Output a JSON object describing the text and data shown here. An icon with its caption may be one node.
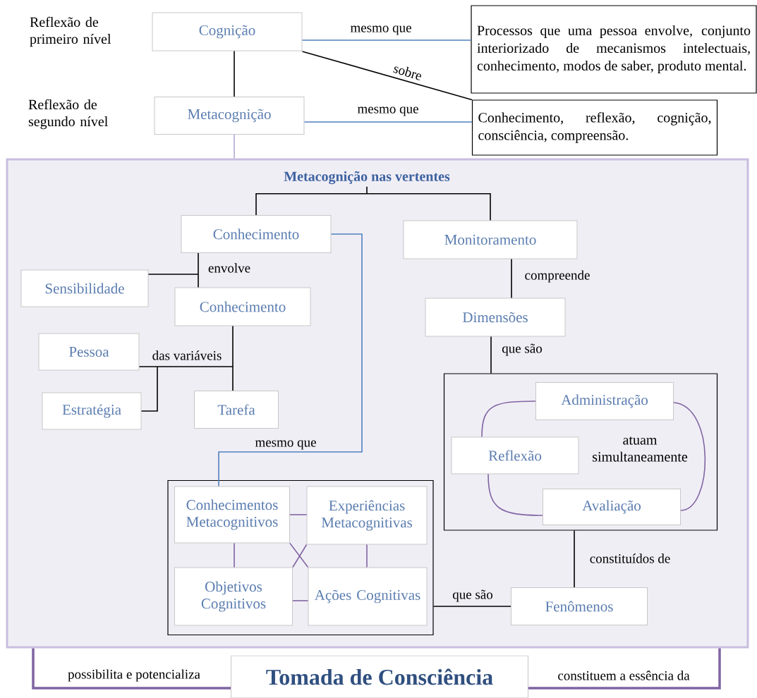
{
  "diagram": {
    "nodes": [
      {
        "text": [
          "Cognição"
        ],
        "beside": [
          "Reflexão de primeiro nível"
        ]
      },
      {
        "text": [
          "Metacognição"
        ],
        "beside": [
          "Reflexão de segundo nível"
        ]
      },
      {
        "text": [
          "Processos que uma pessoa envolve, conjunto interiorizado de mecanismos intelectuais, conhecimento, modos de saber, produto mental."
        ]
      },
      {
        "text": [
          "Conhecimento, reflexão, cognição, consciência, compreensão."
        ]
      },
      {
        "text": [
          "Metacognição nas vertentes"
        ]
      },
      {
        "text": [
          "Conhecimento"
        ],
        "in": 4
      },
      {
        "text": [
          "Monitoramento"
        ],
        "in": 4
      },
      {
        "text": [
          "Sensibilidade"
        ],
        "in": 4
      },
      {
        "text": [
          "Conhecimento"
        ],
        "in": 4
      },
      {
        "text": [
          "Pessoa"
        ],
        "in": 4
      },
      {
        "text": [
          "Estratégia"
        ],
        "in": 4
      },
      {
        "text": [
          "Tarefa"
        ],
        "in": 4
      },
      {
        "text": [
          "Dimensões"
        ],
        "in": 4
      },
      {
        "text": [],
        "shape": "box",
        "in": 4
      },
      {
        "text": [
          "Administração"
        ],
        "in": 13
      },
      {
        "text": [
          "Reflexão"
        ],
        "in": 13
      },
      {
        "text": [
          "Avaliação"
        ],
        "in": 13
      },
      {
        "text": [],
        "shape": "box",
        "in": 4
      },
      {
        "text": [
          "Conhecimentos Metacognitivos"
        ],
        "in": 17
      },
      {
        "text": [
          "Experiências Metacognitivas"
        ],
        "in": 17
      },
      {
        "text": [
          "Objetivos Cognitivos"
        ],
        "in": 17
      },
      {
        "text": [
          "Ações Cognitivas"
        ],
        "in": 17
      },
      {
        "text": [
          "Fenômenos"
        ],
        "in": 4
      },
      {
        "text": [
          "Tomada de Consciência"
        ]
      }
    ],
    "edges": [
      {
        "from": 0,
        "to": 1,
        "arrow": "none"
      },
      {
        "from": 0,
        "to": 2,
        "arrow": "none",
        "label": "mesmo que",
        "color": "#4f81bd"
      },
      {
        "from": 0,
        "to": 3,
        "arrow": "none",
        "label": "sobre"
      },
      {
        "from": 1,
        "to": 3,
        "arrow": "none",
        "label": "mesmo que",
        "color": "#4f81bd"
      },
      {
        "from": 1,
        "to": 4,
        "arrow": "none",
        "color": "#b4a7d6"
      },
      {
        "from": 4,
        "to": 5,
        "arrow": "none"
      },
      {
        "from": 4,
        "to": 6,
        "arrow": "none"
      },
      {
        "from": 5,
        "to": 7,
        "arrow": "none"
      },
      {
        "from": 5,
        "to": 8,
        "arrow": "none",
        "label": "envolve"
      },
      {
        "from": 8,
        "to": 9,
        "arrow": "none",
        "label": "das variáveis"
      },
      {
        "from": 8,
        "to": 10,
        "arrow": "none"
      },
      {
        "from": 8,
        "to": 11,
        "arrow": "none"
      },
      {
        "from": 5,
        "to": 18,
        "arrow": "none",
        "label": "mesmo que",
        "color": "#4f81bd"
      },
      {
        "from": 6,
        "to": 12,
        "arrow": "none",
        "label": "compreende"
      },
      {
        "from": 12,
        "to": 13,
        "arrow": "none",
        "label": "que são"
      },
      {
        "from": 13,
        "to": 22,
        "arrow": "none",
        "label": "constituídos de"
      },
      {
        "from": 22,
        "to": 17,
        "arrow": "none",
        "label": "que são"
      },
      {
        "from": 14,
        "to": 15,
        "arrow": "none",
        "color": "#8064a2"
      },
      {
        "from": 15,
        "to": 16,
        "arrow": "none",
        "color": "#8064a2"
      },
      {
        "from": 14,
        "to": 16,
        "arrow": "none",
        "color": "#8064a2"
      },
      {
        "from": 18,
        "to": 19,
        "arrow": "none",
        "color": "#8064a2"
      },
      {
        "from": 18,
        "to": 20,
        "arrow": "none",
        "color": "#8064a2"
      },
      {
        "from": 19,
        "to": 21,
        "arrow": "none",
        "color": "#8064a2"
      },
      {
        "from": 20,
        "to": 21,
        "arrow": "none",
        "color": "#8064a2"
      },
      {
        "from": 18,
        "to": 21,
        "arrow": "none",
        "color": "#8064a2"
      },
      {
        "from": 19,
        "to": 20,
        "arrow": "none",
        "color": "#8064a2"
      },
      {
        "from": 4,
        "to": 23,
        "arrow": "none",
        "label": "possibilita e potencializa",
        "style": "thick",
        "color": "#8064a2"
      },
      {
        "from": 23,
        "to": 4,
        "arrow": "none",
        "label": "constituem a essência da",
        "style": "thick",
        "color": "#8064a2"
      }
    ],
    "labels": [
      "atuam simultaneamente"
    ]
  }
}
